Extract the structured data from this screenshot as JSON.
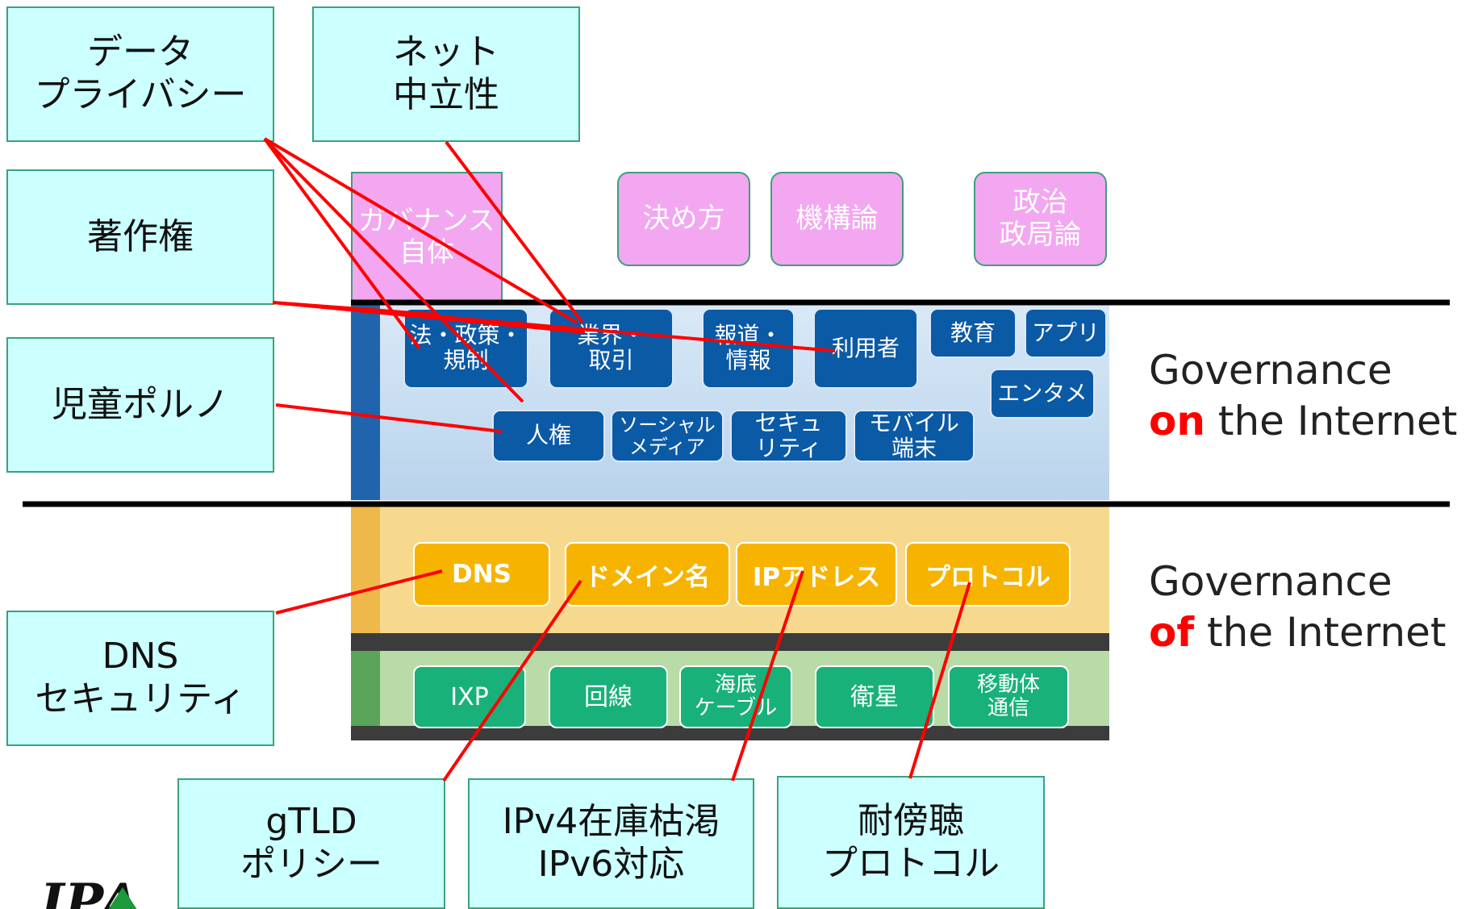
{
  "issues": {
    "data_privacy": [
      "データ",
      "プライバシー"
    ],
    "net_neutrality": [
      "ネット",
      "中立性"
    ],
    "copyright": [
      "著作権"
    ],
    "child_porn": [
      "児童ポルノ"
    ],
    "dns_security": [
      "DNS",
      "セキュリティ"
    ],
    "gtld_policy": [
      "gTLD",
      "ポリシー"
    ],
    "ipv4": [
      "IPv4在庫枯渇",
      "IPv6対応"
    ],
    "wiretap": [
      "耐傍聴",
      "プロトコル"
    ]
  },
  "governance_layer": {
    "self": [
      "ガバナンス",
      "自体"
    ],
    "decision": [
      "決め方"
    ],
    "institutions": [
      "機構論"
    ],
    "politics": [
      "政治",
      "政局論"
    ]
  },
  "social_layer": {
    "law": [
      "法・政策・",
      "規制"
    ],
    "business": [
      "業界・",
      "取引"
    ],
    "news": [
      "報道・",
      "情報"
    ],
    "users": [
      "利用者"
    ],
    "education": [
      "教育"
    ],
    "apps": [
      "アプリ"
    ],
    "entertainment": [
      "エンタメ"
    ],
    "human_rights": [
      "人権"
    ],
    "social_media": [
      "ソーシャル",
      "メディア"
    ],
    "security": [
      "セキュ",
      "リティ"
    ],
    "mobile": [
      "モバイル",
      "端末"
    ]
  },
  "logical_layer": {
    "dns": "DNS",
    "domain": "ドメイン名",
    "ip": "IPアドレス",
    "protocol": "プロトコル"
  },
  "infra_layer": {
    "ixp": [
      "IXP"
    ],
    "line": [
      "回線"
    ],
    "cable": [
      "海底",
      "ケーブル"
    ],
    "satellite": [
      "衛星"
    ],
    "mobile": [
      "移動体",
      "通信"
    ]
  },
  "governance_on": {
    "line1": "Governance",
    "em": "on",
    "rest": " the Internet"
  },
  "governance_of": {
    "line1": "Governance",
    "em": "of",
    "rest": " the Internet"
  },
  "logo_text": "IPA",
  "colors": {
    "issue_box": "#ccffff",
    "pink": "#f2a7f0",
    "blue": "#0b5aa6",
    "gold": "#f6b400",
    "green": "#19b17a",
    "connector": "#ff0000",
    "emphasis": "#ff0000"
  }
}
